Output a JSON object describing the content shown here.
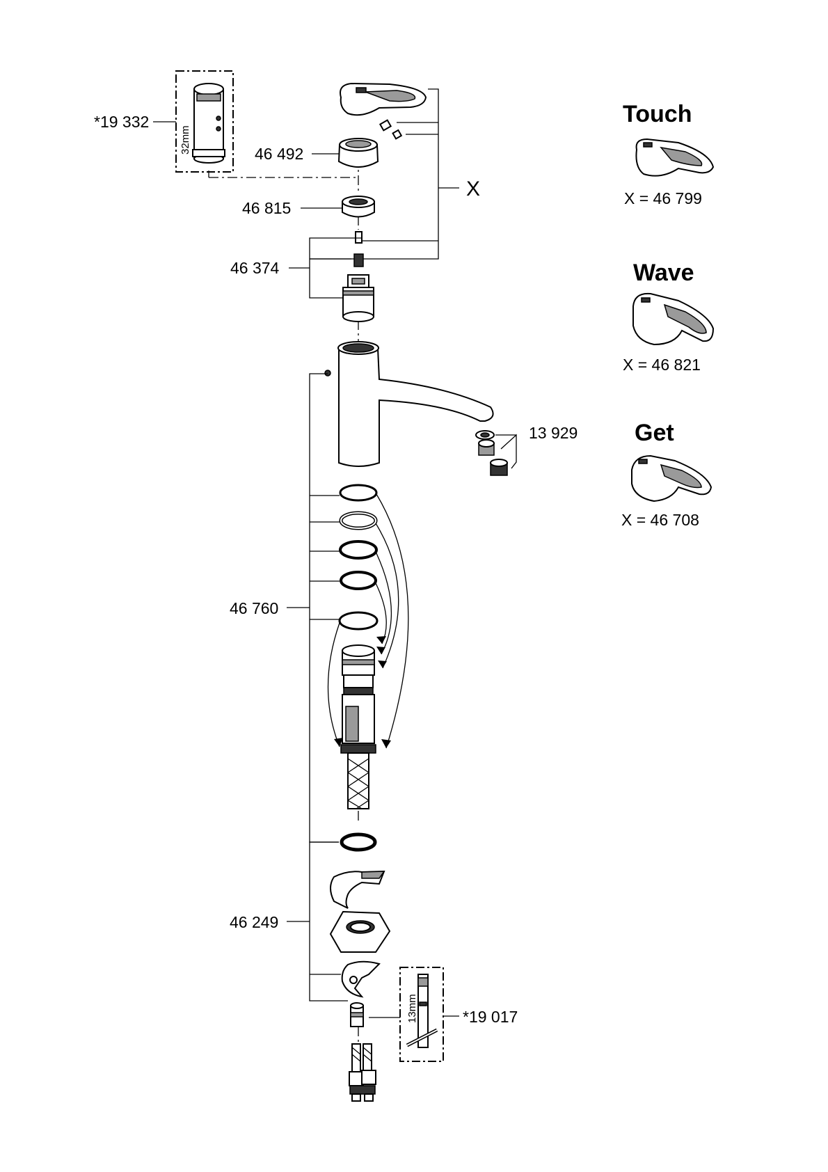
{
  "callouts": {
    "tool_19332": "*19 332",
    "tool_19332_size": "32mm",
    "part_46492": "46 492",
    "part_46815": "46 815",
    "part_46374": "46 374",
    "handle_set": "X",
    "part_13929": "13 929",
    "part_46760": "46 760",
    "part_46249": "46 249",
    "tool_19017": "*19 017",
    "tool_19017_size": "13mm"
  },
  "variants": [
    {
      "name": "Touch",
      "code": "X = 46 799"
    },
    {
      "name": "Wave",
      "code": "X = 46 821"
    },
    {
      "name": "Get",
      "code": "X = 46 708"
    }
  ]
}
